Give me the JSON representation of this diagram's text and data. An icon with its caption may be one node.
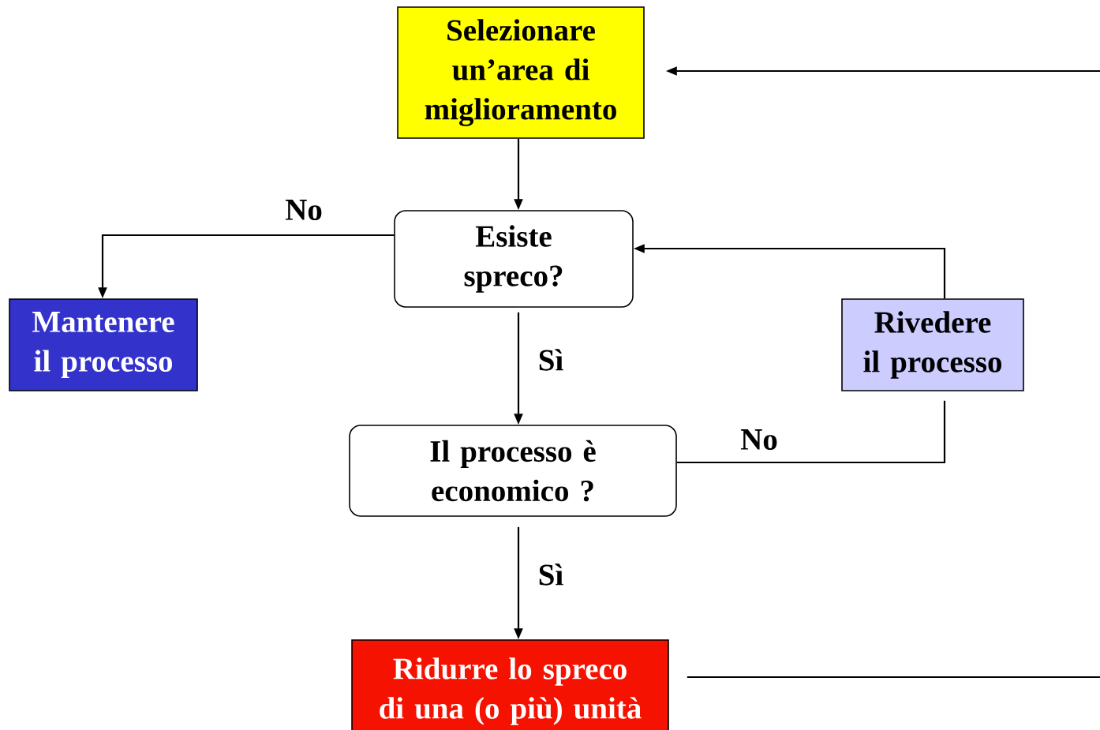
{
  "diagram": {
    "nodes": [
      {
        "text": [
          "Selezionare un’area di miglioramento"
        ]
      },
      {
        "text": [
          "Esiste spreco?"
        ]
      },
      {
        "text": [
          "Mantenere il processo"
        ]
      },
      {
        "text": [
          "Il processo è economico ?"
        ]
      },
      {
        "text": [
          "Rivedere il processo"
        ]
      },
      {
        "text": [
          "Ridurre lo spreco di una (o più) unità"
        ]
      }
    ],
    "edges": [
      {
        "from": 0,
        "to": 1,
        "arrow": "to"
      },
      {
        "from": 1,
        "to": 2,
        "arrow": "to",
        "label": "No"
      },
      {
        "from": 1,
        "to": 3,
        "arrow": "to",
        "label": "Sì"
      },
      {
        "from": 3,
        "to": 4,
        "arrow": "none",
        "label": "No"
      },
      {
        "from": 4,
        "to": 1,
        "arrow": "to"
      },
      {
        "from": 3,
        "to": 5,
        "arrow": "to",
        "label": "Sì"
      },
      {
        "from": 5,
        "to": null,
        "arrow": "none"
      },
      {
        "from": null,
        "to": 0,
        "arrow": "to"
      }
    ]
  }
}
